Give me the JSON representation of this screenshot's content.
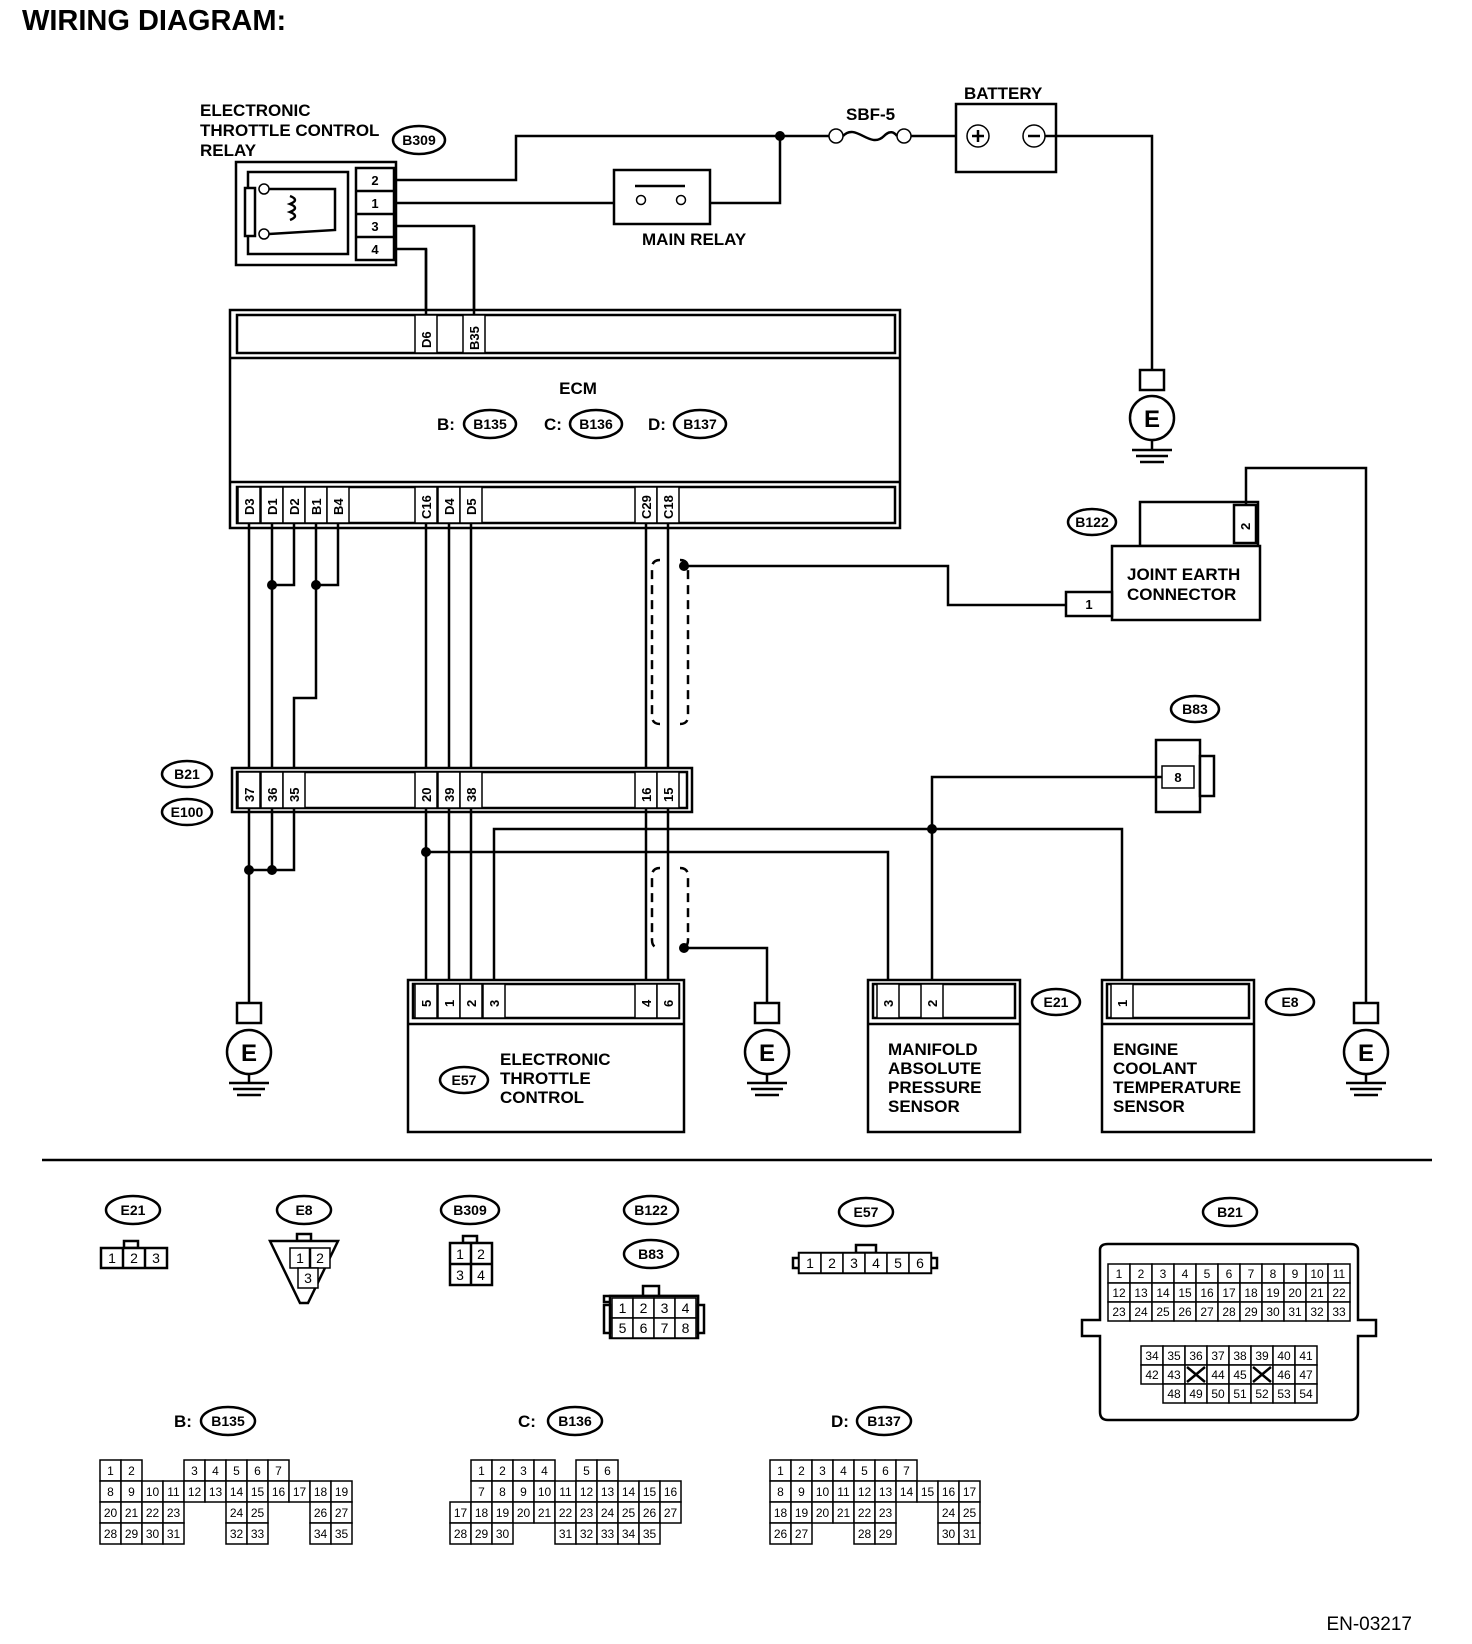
{
  "title": "WIRING DIAGRAM:",
  "figure_id": "EN-03217",
  "relay": {
    "name_lines": [
      "ELECTRONIC",
      "THROTTLE CONTROL",
      "RELAY"
    ],
    "connector": "B309",
    "pins": [
      "2",
      "1",
      "3",
      "4"
    ]
  },
  "fuse": "SBF-5",
  "battery": "BATTERY",
  "main_relay": "MAIN RELAY",
  "ecm": {
    "name": "ECM",
    "b_prefix": "B:",
    "b_conn": "B135",
    "c_prefix": "C:",
    "c_conn": "B136",
    "d_prefix": "D:",
    "d_conn": "B137",
    "top_pins": [
      "D6",
      "B35"
    ],
    "bottom_pins": [
      "D3",
      "D1",
      "D2",
      "B1",
      "B4",
      "C16",
      "D4",
      "D5",
      "C29",
      "C18"
    ]
  },
  "ground_symbol": "E",
  "joint_earth": {
    "lines": [
      "JOINT EARTH",
      "CONNECTOR"
    ],
    "connector": "B122",
    "pin_top": "2",
    "pin_left": "1"
  },
  "b83": {
    "connector": "B83",
    "pin": "8"
  },
  "b21": {
    "conn_top": "B21",
    "conn_bottom": "E100",
    "pins": [
      "37",
      "36",
      "35",
      "20",
      "39",
      "38",
      "16",
      "15"
    ]
  },
  "throttle": {
    "lines": [
      "ELECTRONIC",
      "THROTTLE",
      "CONTROL"
    ],
    "connector": "E57",
    "pins": [
      "5",
      "1",
      "2",
      "3",
      "4",
      "6"
    ]
  },
  "map_sensor": {
    "lines": [
      "MANIFOLD",
      "ABSOLUTE",
      "PRESSURE",
      "SENSOR"
    ],
    "connector": "E21",
    "pins": [
      "3",
      "2"
    ]
  },
  "coolant_sensor": {
    "lines": [
      "ENGINE",
      "COOLANT",
      "TEMPERATURE",
      "SENSOR"
    ],
    "connector": "E8",
    "pin": "1"
  },
  "connector_views": {
    "e21": {
      "label": "E21",
      "pins": [
        "1",
        "2",
        "3"
      ]
    },
    "e8": {
      "label": "E8",
      "pins": [
        "1",
        "2",
        "3"
      ]
    },
    "b309": {
      "label": "B309",
      "pins": [
        "1",
        "2",
        "3",
        "4"
      ]
    },
    "b122": {
      "label": "B122"
    },
    "b83": {
      "label": "B83",
      "pins": [
        "1",
        "2",
        "3",
        "4",
        "5",
        "6",
        "7",
        "8"
      ]
    },
    "e57": {
      "label": "E57",
      "pins": [
        "1",
        "2",
        "3",
        "4",
        "5",
        "6"
      ]
    },
    "b21": {
      "label": "B21",
      "rows": [
        [
          "1",
          "2",
          "3",
          "4",
          "5",
          "6",
          "7",
          "8",
          "9",
          "10",
          "11"
        ],
        [
          "12",
          "13",
          "14",
          "15",
          "16",
          "17",
          "18",
          "19",
          "20",
          "21",
          "22"
        ],
        [
          "23",
          "24",
          "25",
          "26",
          "27",
          "28",
          "29",
          "30",
          "31",
          "32",
          "33"
        ],
        [
          "34",
          "35",
          "36",
          "37",
          "38",
          "39",
          "40",
          "41"
        ],
        [
          "42",
          "43",
          "",
          "44",
          "45",
          "",
          "46",
          "47"
        ],
        [
          "48",
          "49",
          "50",
          "51",
          "52",
          "53",
          "54"
        ]
      ]
    },
    "b135": {
      "prefix": "B:",
      "label": "B135",
      "rows": [
        [
          "1",
          "2",
          "",
          "",
          "3",
          "4",
          "5",
          "6",
          "7"
        ],
        [
          "8",
          "9",
          "10",
          "11",
          "12",
          "13",
          "14",
          "15",
          "16",
          "17",
          "18",
          "19"
        ],
        [
          "20",
          "21",
          "22",
          "23",
          "",
          "",
          "24",
          "25",
          "",
          "",
          "26",
          "27"
        ],
        [
          "28",
          "29",
          "30",
          "31",
          "",
          "",
          "32",
          "33",
          "",
          "",
          "34",
          "35"
        ]
      ]
    },
    "b136": {
      "prefix": "C:",
      "label": "B136",
      "rows": [
        [
          "",
          "1",
          "2",
          "3",
          "4",
          "",
          "5",
          "6"
        ],
        [
          "",
          "7",
          "8",
          "9",
          "10",
          "11",
          "12",
          "13",
          "14",
          "15",
          "16"
        ],
        [
          "17",
          "18",
          "19",
          "20",
          "21",
          "22",
          "23",
          "24",
          "25",
          "26",
          "27"
        ],
        [
          "28",
          "29",
          "30",
          "",
          "",
          "31",
          "32",
          "33",
          "34",
          "35"
        ]
      ]
    },
    "b137": {
      "prefix": "D:",
      "label": "B137",
      "rows": [
        [
          "1",
          "2",
          "3",
          "4",
          "5",
          "6",
          "7"
        ],
        [
          "8",
          "9",
          "10",
          "11",
          "12",
          "13",
          "14",
          "15",
          "16",
          "17"
        ],
        [
          "18",
          "19",
          "20",
          "21",
          "22",
          "23",
          "",
          "",
          "24",
          "25"
        ],
        [
          "26",
          "27",
          "",
          "",
          "28",
          "29",
          "",
          "",
          "30",
          "31"
        ]
      ]
    }
  }
}
